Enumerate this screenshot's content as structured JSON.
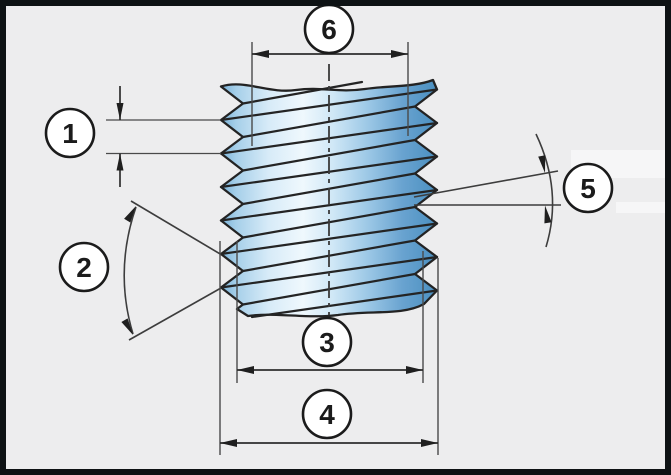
{
  "figure": {
    "callouts": [
      {
        "label": "1"
      },
      {
        "label": "2"
      },
      {
        "label": "3"
      },
      {
        "label": "4"
      },
      {
        "label": "5"
      },
      {
        "label": "6"
      }
    ],
    "colors": {
      "background": "#ededee",
      "border": "#0e1214",
      "line": "#2e2e2e",
      "thread_highlight": "#eff8fd",
      "thread_mid": "#9cc8e6",
      "thread_shadow": "#4a8fc0",
      "bubble_fill": "#ffffff"
    }
  }
}
